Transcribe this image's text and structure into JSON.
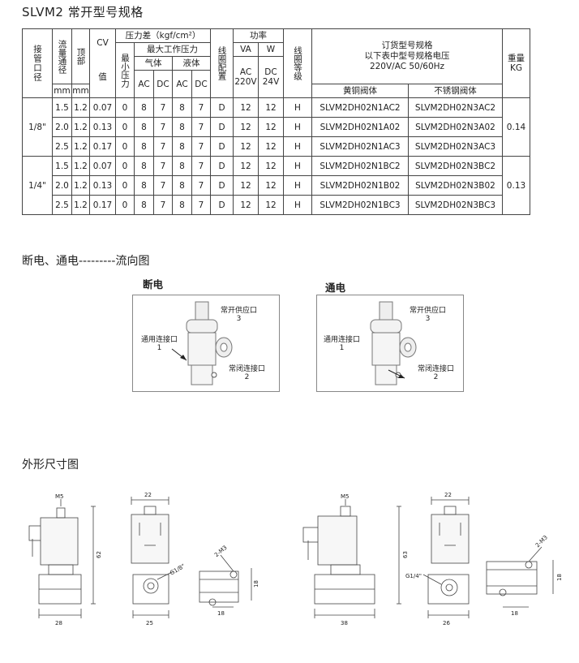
{
  "title": "SLVM2 常开型号规格",
  "table": {
    "headers": {
      "port": "接管口径",
      "flow": "流量通径",
      "top": "顶部",
      "cv": "CV",
      "cv_val": "值",
      "pressure": "压力差（kgf/cm²）",
      "min": "最小压力",
      "maxwork": "最大工作压力",
      "gas": "气体",
      "liquid": "液体",
      "ac": "AC",
      "dc": "DC",
      "coil_cfg": "线圈配置",
      "power": "功率",
      "va": "VA",
      "w": "W",
      "ac220": "AC 220V",
      "dc24": "DC 24V",
      "coil_grade": "线圈等级",
      "order": "订货型号规格",
      "order2": "以下表中型号规格电压",
      "order3": "220V/AC 50/60Hz",
      "brass": "黄铜阀体",
      "steel": "不锈钢阀体",
      "weight": "重量 KG",
      "mm1": "mm",
      "mm2": "mm"
    },
    "groups": [
      {
        "port": "1/8\"",
        "weight": "0.14",
        "rows": [
          {
            "flow": "1.5",
            "top": "1.2",
            "cv": "0.07",
            "min": "0",
            "gac": "8",
            "gdc": "7",
            "lac": "8",
            "ldc": "7",
            "cfg": "D",
            "va": "12",
            "w": "12",
            "grade": "H",
            "brass": "SLVM2DH02N1AC2",
            "steel": "SLVM2DH02N3AC2"
          },
          {
            "flow": "2.0",
            "top": "1.2",
            "cv": "0.13",
            "min": "0",
            "gac": "8",
            "gdc": "7",
            "lac": "8",
            "ldc": "7",
            "cfg": "D",
            "va": "12",
            "w": "12",
            "grade": "H",
            "brass": "SLVM2DH02N1A02",
            "steel": "SLVM2DH02N3A02"
          },
          {
            "flow": "2.5",
            "top": "1.2",
            "cv": "0.17",
            "min": "0",
            "gac": "8",
            "gdc": "7",
            "lac": "8",
            "ldc": "7",
            "cfg": "D",
            "va": "12",
            "w": "12",
            "grade": "H",
            "brass": "SLVM2DH02N1AC3",
            "steel": "SLVM2DH02N3AC3"
          }
        ]
      },
      {
        "port": "1/4\"",
        "weight": "0.13",
        "rows": [
          {
            "flow": "1.5",
            "top": "1.2",
            "cv": "0.07",
            "min": "0",
            "gac": "8",
            "gdc": "7",
            "lac": "8",
            "ldc": "7",
            "cfg": "D",
            "va": "12",
            "w": "12",
            "grade": "H",
            "brass": "SLVM2DH02N1BC2",
            "steel": "SLVM2DH02N3BC2"
          },
          {
            "flow": "2.0",
            "top": "1.2",
            "cv": "0.13",
            "min": "0",
            "gac": "8",
            "gdc": "7",
            "lac": "8",
            "ldc": "7",
            "cfg": "D",
            "va": "12",
            "w": "12",
            "grade": "H",
            "brass": "SLVM2DH02N1B02",
            "steel": "SLVM2DH02N3B02"
          },
          {
            "flow": "2.5",
            "top": "1.2",
            "cv": "0.17",
            "min": "0",
            "gac": "8",
            "gdc": "7",
            "lac": "8",
            "ldc": "7",
            "cfg": "D",
            "va": "12",
            "w": "12",
            "grade": "H",
            "brass": "SLVM2DH02N1BC3",
            "steel": "SLVM2DH02N3BC3"
          }
        ]
      }
    ]
  },
  "flow_title": "断电、通电---------流向图",
  "flow": {
    "off": {
      "label": "断电",
      "port3": "常开供应口",
      "n3": "3",
      "port1": "通用连接口",
      "n1": "1",
      "port2": "常闭连接口",
      "n2": "2"
    },
    "on": {
      "label": "通电",
      "port3": "常开供应口",
      "n3": "3",
      "port1": "通用连接口",
      "n1": "1",
      "port2": "常闭连接口",
      "n2": "2"
    }
  },
  "dim_title": "外形尺寸图",
  "dims": {
    "a_m5": "M5",
    "a_w28": "28",
    "a_h62": "62",
    "b_w22": "22",
    "b_g": "G1/8\"",
    "b_w25": "25",
    "c_m3": "2-M3",
    "c_18v": "18",
    "c_18h": "18",
    "d_m5": "M5",
    "d_h63": "63",
    "d_g": "G1/4\"",
    "d_w38": "38",
    "e_w22": "22",
    "e_w26": "26",
    "f_m3": "2-M3",
    "f_18v": "18",
    "f_18h": "18"
  }
}
